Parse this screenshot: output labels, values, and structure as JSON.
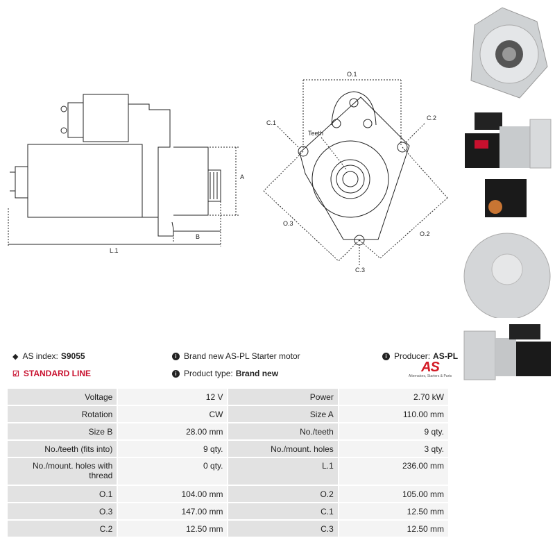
{
  "drawing": {
    "labels": {
      "A": "A",
      "B": "B",
      "L1": "L.1",
      "O1": "O.1",
      "O2": "O.2",
      "O3": "O.3",
      "C1": "C.1",
      "C2": "C.2",
      "C3": "C.3",
      "teeth": "Teeth"
    }
  },
  "header": {
    "as_index_label": "AS index:",
    "as_index_value": "S9055",
    "standard_line": "STANDARD LINE",
    "description": "Brand new AS-PL Starter motor",
    "product_type_label": "Product type:",
    "product_type_value": "Brand new",
    "producer_label": "Producer:",
    "producer_value": "AS-PL",
    "logo_text": "AS",
    "logo_tagline": "Alternators, Starters & Parts"
  },
  "specs": [
    {
      "k1": "Voltage",
      "v1": "12 V",
      "k2": "Power",
      "v2": "2.70 kW"
    },
    {
      "k1": "Rotation",
      "v1": "CW",
      "k2": "Size A",
      "v2": "110.00 mm"
    },
    {
      "k1": "Size B",
      "v1": "28.00 mm",
      "k2": "No./teeth",
      "v2": "9 qty."
    },
    {
      "k1": "No./teeth (fits into)",
      "v1": "9 qty.",
      "k2": "No./mount. holes",
      "v2": "3 qty."
    },
    {
      "k1": "No./mount. holes with thread",
      "v1": "0 qty.",
      "k2": "L.1",
      "v2": "236.00 mm"
    },
    {
      "k1": "O.1",
      "v1": "104.00 mm",
      "k2": "O.2",
      "v2": "105.00 mm"
    },
    {
      "k1": "O.3",
      "v1": "147.00 mm",
      "k2": "C.1",
      "v2": "12.50 mm"
    },
    {
      "k1": "C.2",
      "v1": "12.50 mm",
      "k2": "C.3",
      "v2": "12.50 mm"
    }
  ]
}
